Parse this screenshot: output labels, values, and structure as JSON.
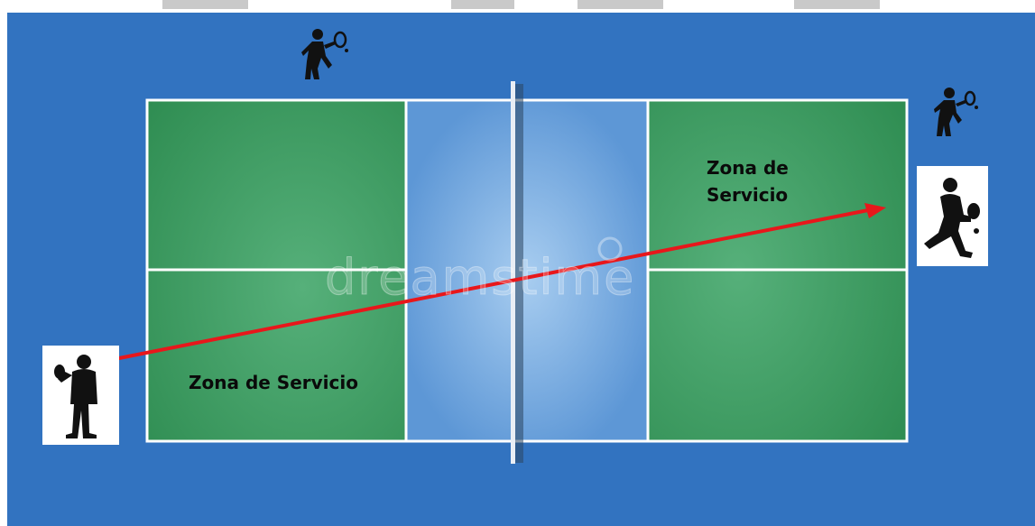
{
  "labels": {
    "left_service_zone": "Zona de Servicio",
    "right_service_zone_line1": "Zona de",
    "right_service_zone_line2": "Servicio"
  },
  "watermark": "dreamstime",
  "colors": {
    "background": "#3273c0",
    "court_green": "#3f9a60",
    "kitchen_blue": "#7aaee0",
    "lines": "#ffffff",
    "net": "#3a4f66",
    "serve_arrow": "#e8171b",
    "player": "#111111"
  },
  "icons": [
    "player-standing-paddle-icon",
    "player-running-paddle-icon",
    "player-walking-racket-icon"
  ]
}
